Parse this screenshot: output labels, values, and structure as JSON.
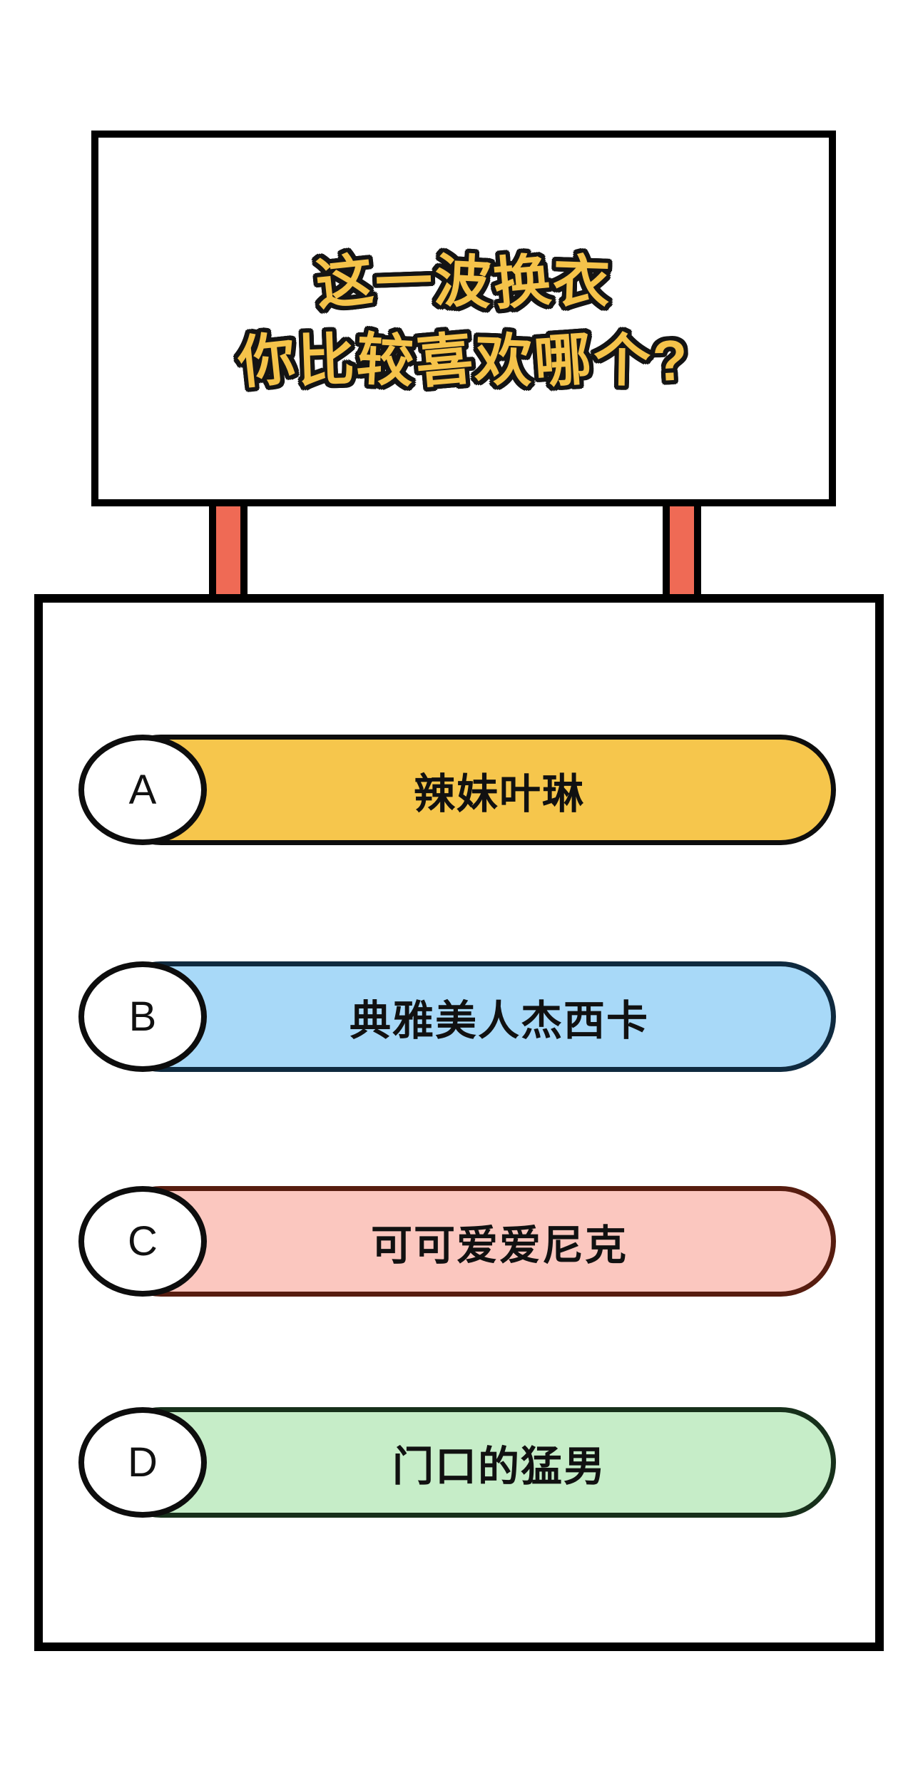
{
  "sign": {
    "title_line1": "这一波换衣",
    "title_line2": "你比较喜欢哪个?"
  },
  "options": [
    {
      "letter": "A",
      "label": "辣妹叶琳",
      "fill": "#F6C64C",
      "border": "#0D0D0D"
    },
    {
      "letter": "B",
      "label": "典雅美人杰西卡",
      "fill": "#A8D9F8",
      "border": "#0F2A3F"
    },
    {
      "letter": "C",
      "label": "可可爱爱尼克",
      "fill": "#FBC7BF",
      "border": "#571D10"
    },
    {
      "letter": "D",
      "label": "门口的猛男",
      "fill": "#C6EDC8",
      "border": "#17301B"
    }
  ],
  "colors": {
    "title_text": "#F5C34A",
    "title_outline": "#141414",
    "post_red": "#EF6A55",
    "frame_black": "#000000",
    "badge_background": "#FFFFFF"
  }
}
